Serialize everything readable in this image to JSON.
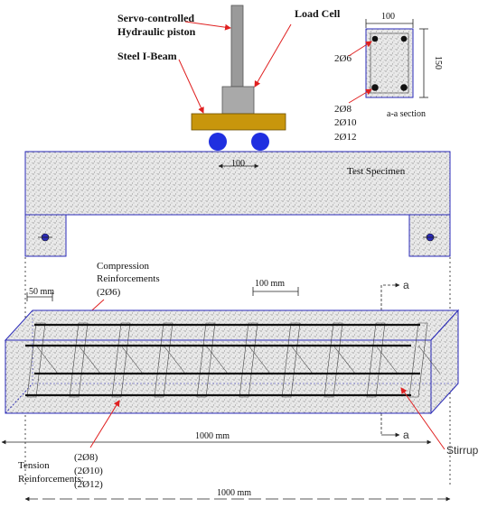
{
  "labels": {
    "piston_line1": "Servo-controlled",
    "piston_line2": "Hydraulic piston",
    "load_cell": "Load Cell",
    "steel_beam": "Steel I-Beam",
    "load_spacing": "100",
    "test_specimen": "Test Specimen",
    "section_title": "a-a section",
    "section_width": "100",
    "section_height": "150",
    "top_bars": "2Ø6",
    "bottom_bars_1": "2Ø8",
    "bottom_bars_2": "2Ø10",
    "bottom_bars_3": "2Ø12",
    "compression_line1": "Compression",
    "compression_line2": "Reinforcements",
    "compression_line3": "(2Ø6)",
    "edge_spacing": "50 mm",
    "stirrup_spacing": "100 mm",
    "section_mark_top": "a",
    "section_mark_bottom": "a",
    "beam_length": "1000 mm",
    "stirrup_label": "Stirrup",
    "tension_line1": "Tension",
    "tension_line2": "Reinforcements:",
    "tension_opt1": "(2Ø8)",
    "tension_opt2": "(2Ø10)",
    "tension_opt3": "(2Ø12)",
    "total_length": "1000 mm"
  },
  "colors": {
    "concrete_edge": "#2a2ab8",
    "steel_beam": "#c8960c",
    "rollers": "#1f2fe0",
    "leader_lines": "#e02020",
    "piston": "#9a9a9a"
  }
}
